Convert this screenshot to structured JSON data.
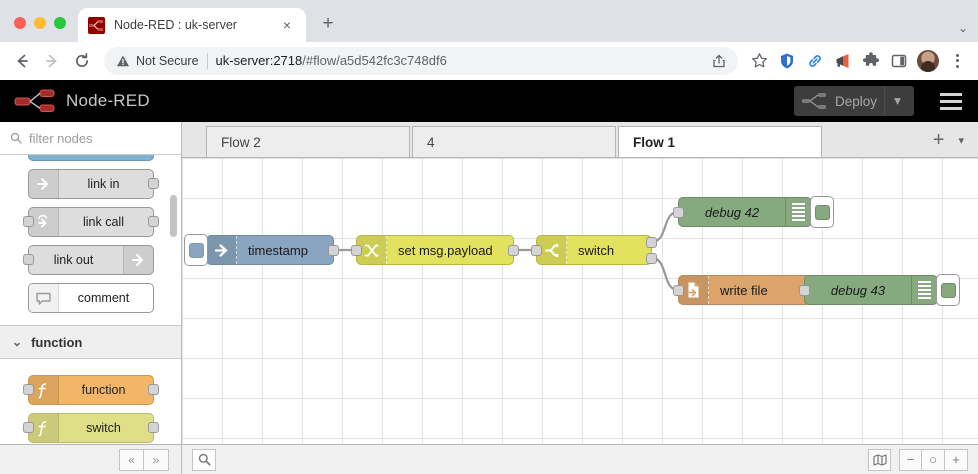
{
  "browser": {
    "tab": {
      "title": "Node-RED : uk-server",
      "favicon": "node-red-favicon",
      "close": "×"
    },
    "new_tab_label": "+",
    "tabstrip_menu": "⌄",
    "nav": {
      "back": "←",
      "forward": "→",
      "reload": "↻"
    },
    "omnibox": {
      "security_label": "Not Secure",
      "url_host": "uk-server:2718",
      "url_path": "/#flow/a5d542fc3c748df6",
      "share_icon": "share-icon",
      "bookmark_icon": "star-icon"
    },
    "toolbar_icons": [
      {
        "name": "shield-extension-icon",
        "color": "#2f6fd0"
      },
      {
        "name": "link-extension-icon",
        "color": "#2f7fe0"
      },
      {
        "name": "megaphone-extension-icon",
        "color": "#e8603c"
      },
      {
        "name": "puzzle-extensions-icon",
        "color": "#5f6368"
      },
      {
        "name": "side-panel-icon",
        "color": "#5f6368"
      }
    ],
    "profile": "avatar",
    "menu": "kebab-menu-icon"
  },
  "nodered": {
    "app_title": "Node-RED",
    "logo": "node-red-logo",
    "deploy": {
      "label": "Deploy",
      "caret": "▾",
      "icon": "deploy-node-icon"
    },
    "menu_icon": "hamburger-menu-icon"
  },
  "palette": {
    "filter": {
      "placeholder": "filter nodes",
      "icon": "search-icon",
      "value": ""
    },
    "nodes": [
      {
        "name": "link-in",
        "label": "link in",
        "color": "grey",
        "icon": "link-icon",
        "ports": "out"
      },
      {
        "name": "link-call",
        "label": "link call",
        "color": "grey",
        "icon": "link-call-icon",
        "ports": "both"
      },
      {
        "name": "link-out",
        "label": "link out",
        "color": "grey",
        "icon": "link-icon",
        "ports": "in",
        "icon_side": "right"
      },
      {
        "name": "comment",
        "label": "comment",
        "color": "white",
        "icon": "comment-icon",
        "ports": "none"
      }
    ],
    "category": {
      "label": "function",
      "chevron": "⌄"
    },
    "category_nodes": [
      {
        "name": "function",
        "label": "function",
        "color": "orange",
        "icon": "function-f-icon",
        "ports": "both"
      },
      {
        "name": "switch",
        "label": "switch",
        "color": "yellow",
        "icon": "function-f-icon",
        "ports": "both"
      }
    ],
    "collapse_all": "«",
    "expand_all": "»"
  },
  "flow_tabs": [
    {
      "label": "Flow 2",
      "active": false
    },
    {
      "label": "4",
      "active": false
    },
    {
      "label": "Flow 1",
      "active": true
    }
  ],
  "flow_tab_actions": {
    "add": "+",
    "menu": "▾"
  },
  "canvas": {
    "nodes": [
      {
        "name": "inject-node",
        "label": "timestamp",
        "type": "inject",
        "icon": "arrow-right-icon",
        "has_button": true
      },
      {
        "name": "change-node",
        "label": "set msg.payload",
        "type": "change",
        "icon": "shuffle-icon"
      },
      {
        "name": "switch-node",
        "label": "switch",
        "type": "switch",
        "icon": "branch-icon",
        "outputs": 2
      },
      {
        "name": "debug-node-42",
        "label": "debug 42",
        "type": "debug",
        "icon": "debug-lines-icon",
        "has_button": true
      },
      {
        "name": "file-node",
        "label": "write file",
        "type": "file",
        "icon": "file-icon"
      },
      {
        "name": "debug-node-43",
        "label": "debug 43",
        "type": "debug",
        "icon": "debug-lines-icon",
        "has_button": true
      }
    ]
  },
  "footer": {
    "search": "search-icon",
    "navigator": "map-navigator-icon",
    "zoom_out": "−",
    "zoom_reset": "○",
    "zoom_in": "+"
  },
  "colors": {
    "inject": "#89a5c0",
    "change": "#e2e25e",
    "switch": "#e2e25e",
    "file": "#dba46b",
    "debug": "#87a980",
    "header_bg": "#000000",
    "brand_red": "#8f0000"
  }
}
